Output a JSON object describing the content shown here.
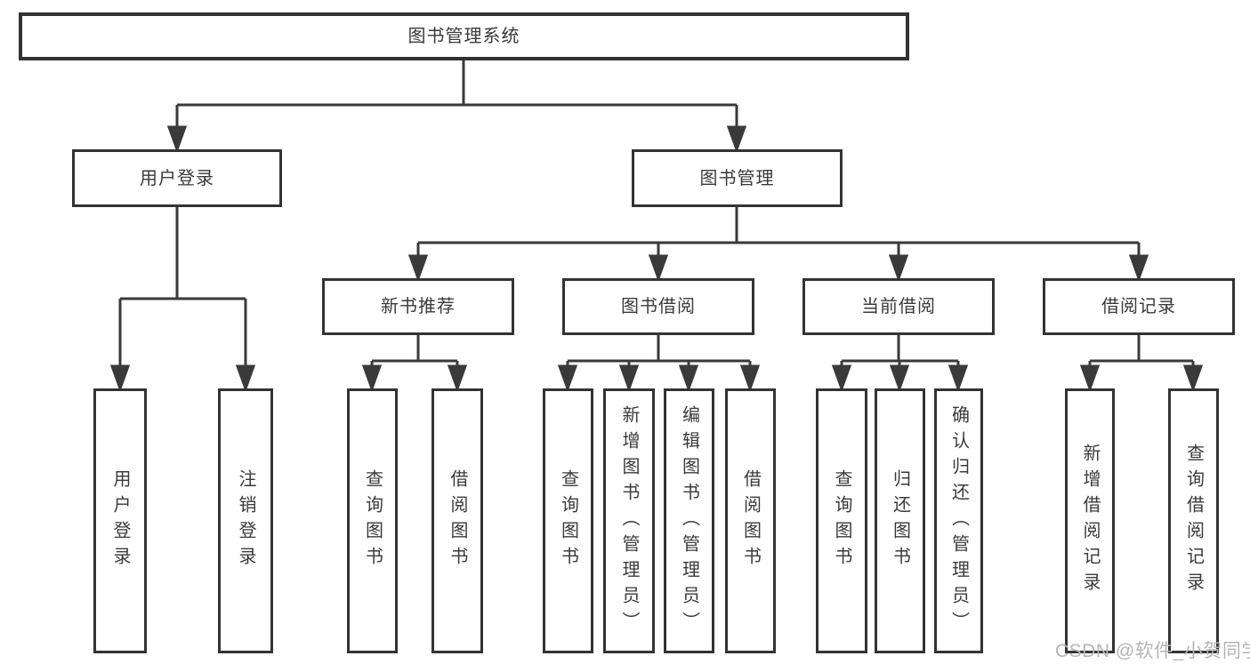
{
  "diagram": {
    "root": {
      "label": "图书管理系统"
    },
    "children": [
      {
        "label": "用户登录",
        "children": [
          {
            "label": "用户登录"
          },
          {
            "label": "注销登录"
          }
        ]
      },
      {
        "label": "图书管理",
        "children": [
          {
            "label": "新书推荐",
            "children": [
              {
                "label": "查询图书"
              },
              {
                "label": "借阅图书"
              }
            ]
          },
          {
            "label": "图书借阅",
            "children": [
              {
                "label": "查询图书"
              },
              {
                "label": "新增图书（管理员）"
              },
              {
                "label": "编辑图书（管理员）"
              },
              {
                "label": "借阅图书"
              }
            ]
          },
          {
            "label": "当前借阅",
            "children": [
              {
                "label": "查询图书"
              },
              {
                "label": "归还图书"
              },
              {
                "label": "确认归还（管理员）"
              }
            ]
          },
          {
            "label": "借阅记录",
            "children": [
              {
                "label": "新增借阅记录"
              },
              {
                "label": "查询借阅记录"
              }
            ]
          }
        ]
      }
    ]
  },
  "watermark": "CSDN @软件_小贺同学",
  "colors": {
    "line": "#3a3a3a",
    "border": "#333333",
    "text": "#3a3a3a",
    "watermark": "#b5b5b5",
    "background": "#ffffff"
  }
}
